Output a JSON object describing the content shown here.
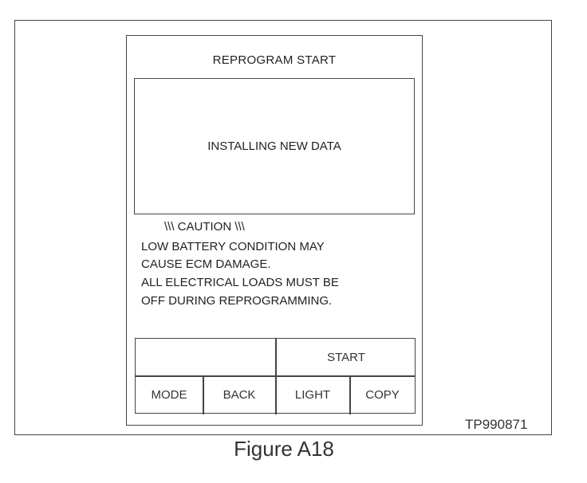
{
  "screen": {
    "title": "REPROGRAM START",
    "status": "INSTALLING NEW DATA"
  },
  "caution": {
    "heading": "\\\\\\  CAUTION  \\\\\\",
    "lines": [
      "LOW BATTERY CONDITION MAY",
      "CAUSE ECM DAMAGE.",
      "ALL ELECTRICAL LOADS MUST BE",
      "OFF DURING REPROGRAMMING."
    ]
  },
  "buttons": {
    "top_left": "",
    "start": "START",
    "mode": "MODE",
    "back": "BACK",
    "light": "LIGHT",
    "copy": "COPY"
  },
  "figure": {
    "code": "TP990871",
    "caption": "Figure A18"
  }
}
